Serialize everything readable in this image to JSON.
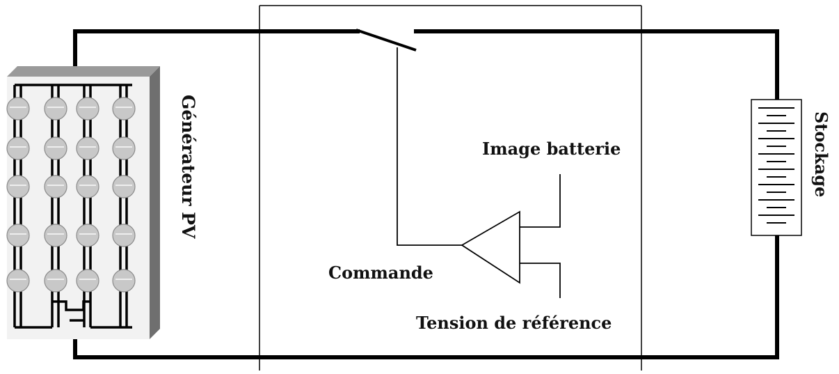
{
  "labels": {
    "generator": "Générateur PV",
    "storage": "Stockage",
    "battery_image": "Image batterie",
    "command": "Commande",
    "reference_voltage": "Tension de référence"
  },
  "colors": {
    "wire": "#000000",
    "panel_face": "#f2f2f2",
    "panel_side": "#6f6f6f",
    "panel_top": "#9a9a9a",
    "cell": "#c8c8c8",
    "text": "#111111"
  },
  "pv_panel": {
    "cell_columns": 4,
    "cell_rows": 5
  },
  "battery": {
    "plate_pairs": 8
  }
}
